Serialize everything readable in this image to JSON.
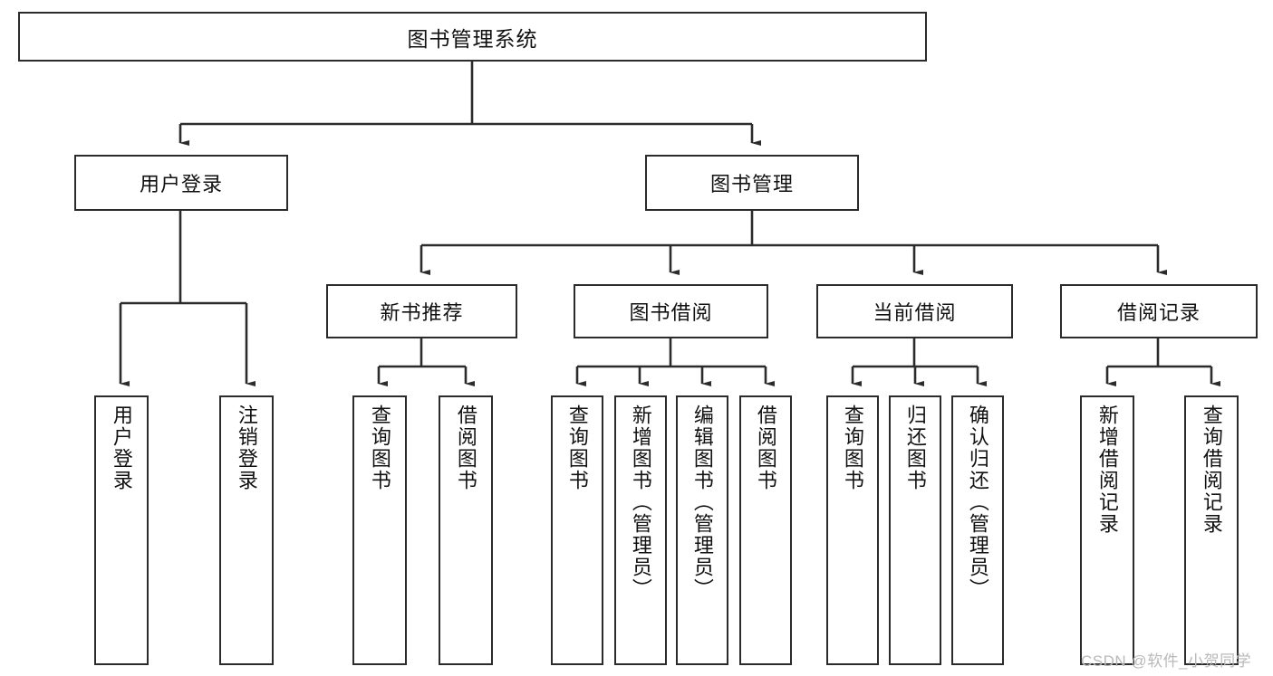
{
  "diagram": {
    "title": "图书管理系统",
    "type": "tree-hierarchy-diagram",
    "colors": {
      "stroke": "#2b2b2b",
      "fill": "#ffffff",
      "text": "#111111",
      "watermark": "#b9b9b9"
    },
    "root": {
      "label": "图书管理系统"
    },
    "level2": [
      {
        "label": "用户登录"
      },
      {
        "label": "图书管理"
      }
    ],
    "level3": [
      {
        "label": "新书推荐"
      },
      {
        "label": "图书借阅"
      },
      {
        "label": "当前借阅"
      },
      {
        "label": "借阅记录"
      }
    ],
    "leaves": {
      "user_login": [
        {
          "label": "用户登录"
        },
        {
          "label": "注销登录"
        }
      ],
      "new_book_recommend": [
        {
          "label": "查询图书"
        },
        {
          "label": "借阅图书"
        }
      ],
      "book_borrow": [
        {
          "label": "查询图书"
        },
        {
          "label": "新增图书（管理员）"
        },
        {
          "label": "编辑图书（管理员）"
        },
        {
          "label": "借阅图书"
        }
      ],
      "current_borrow": [
        {
          "label": "查询图书"
        },
        {
          "label": "归还图书"
        },
        {
          "label": "确认归还（管理员）"
        }
      ],
      "borrow_record": [
        {
          "label": "新增借阅记录"
        },
        {
          "label": "查询借阅记录"
        }
      ]
    },
    "watermark": "CSDN @软件_小贺同学"
  }
}
